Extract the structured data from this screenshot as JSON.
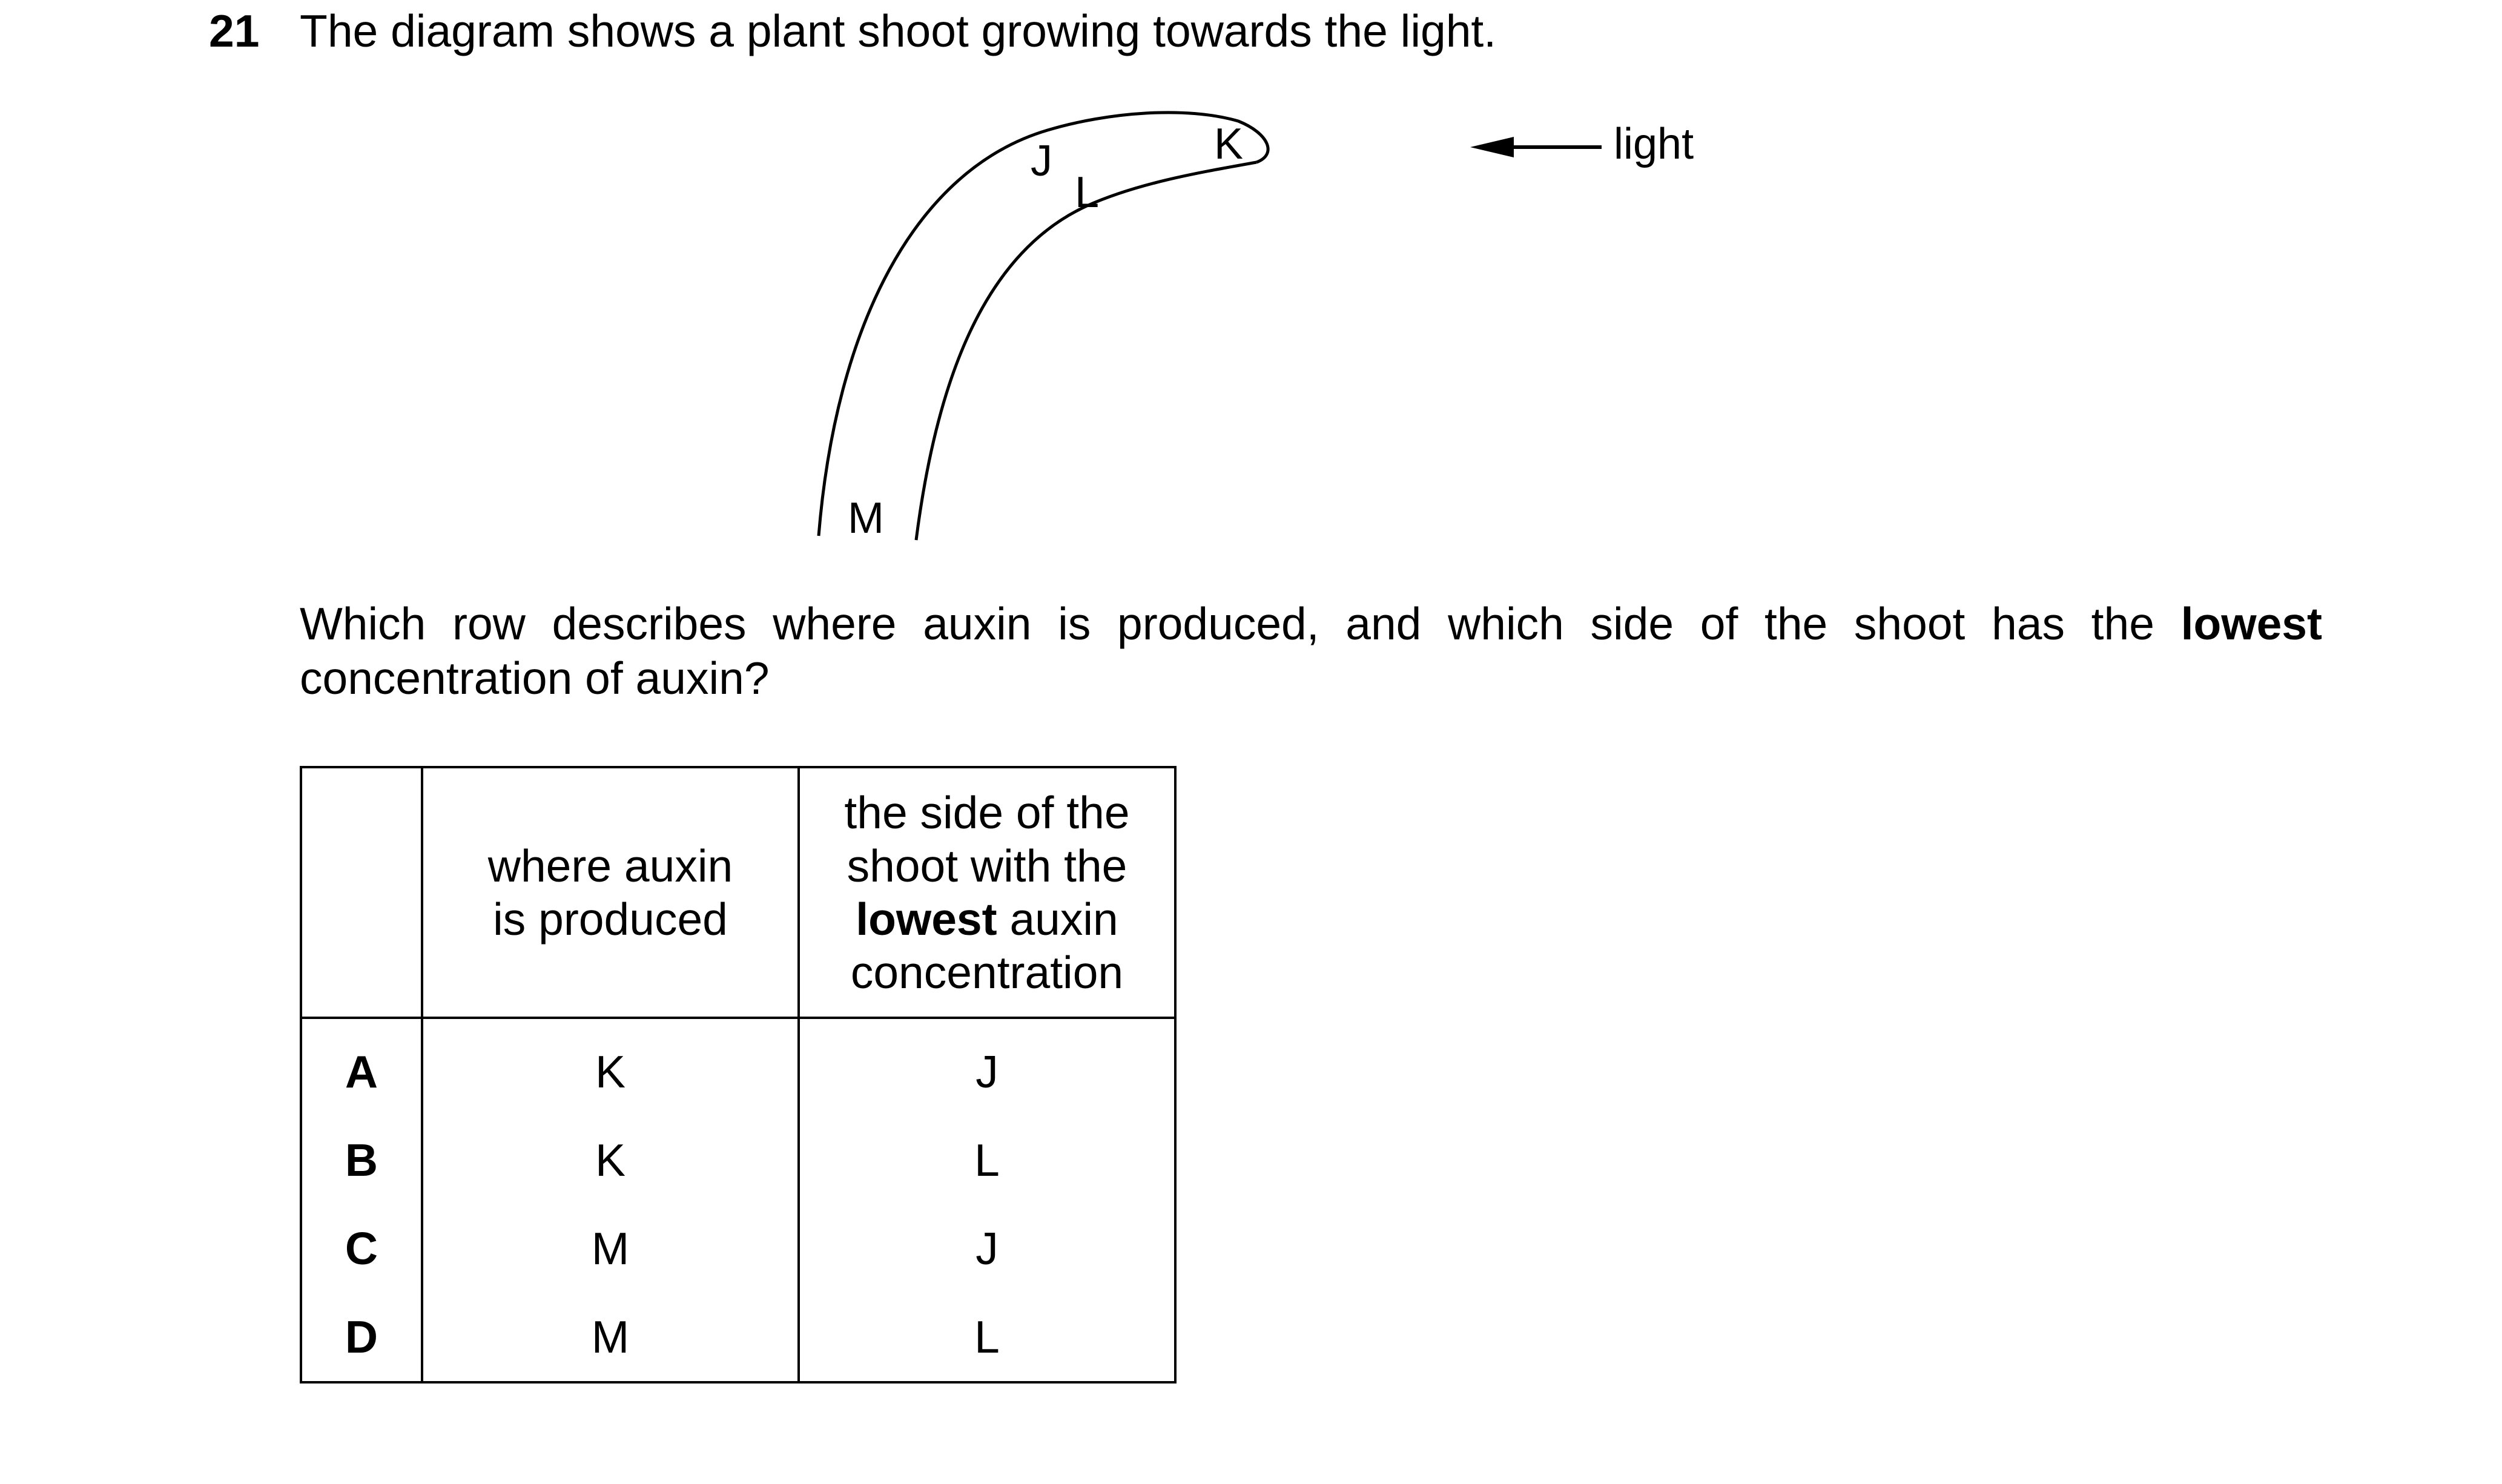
{
  "question": {
    "number": "21",
    "text": "The diagram shows a plant shoot growing towards the light."
  },
  "diagram": {
    "labels": {
      "j": "J",
      "k": "K",
      "l": "L",
      "m": "M"
    },
    "light_label": "light"
  },
  "prompt": {
    "part1": "Which row describes where auxin is produced, and which side of the shoot has the ",
    "bold": "lowest",
    "part2": " concentration of auxin?"
  },
  "table": {
    "headers": {
      "where": [
        "where auxin",
        "is produced"
      ],
      "side_line1": "the side of the",
      "side_line2": "shoot with the",
      "side_bold": "lowest",
      "side_after_bold": " auxin",
      "side_line4": "concentration"
    },
    "rows": [
      {
        "letter": "A",
        "where": "K",
        "side": "J"
      },
      {
        "letter": "B",
        "where": "K",
        "side": "L"
      },
      {
        "letter": "C",
        "where": "M",
        "side": "J"
      },
      {
        "letter": "D",
        "where": "M",
        "side": "L"
      }
    ]
  }
}
